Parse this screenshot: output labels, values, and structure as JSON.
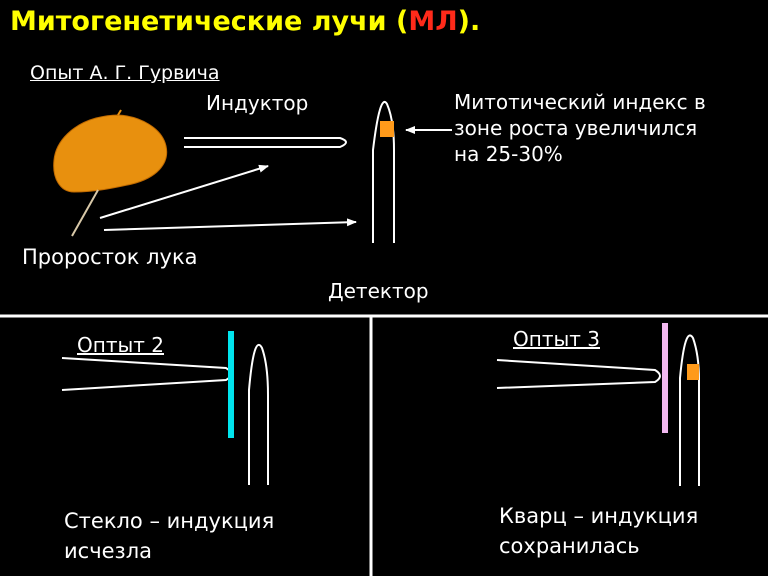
{
  "title": {
    "prefix": "Митогенетические лучи (",
    "highlight": "МЛ",
    "suffix": ")."
  },
  "experiment1": {
    "heading": "Опыт А. Г. Гурвича",
    "inductor": "Индуктор",
    "result_line1": "Митотический индекс в",
    "result_line2": "зоне роста увеличился",
    "result_line3": "на 25-30%",
    "onion": "Проросток лука",
    "detector": "Детектор"
  },
  "experiment2": {
    "heading": "Оптыт 2",
    "caption_line1": "Стекло – индукция",
    "caption_line2": "исчезла"
  },
  "experiment3": {
    "heading": "Оптыт 3",
    "caption_line1": "Кварц – индукция",
    "caption_line2": "сохранилась"
  },
  "colors": {
    "title": "#ffff00",
    "title_highlight": "#ff2a1a",
    "onion": "#e8900e",
    "growth_zone": "#ff9a1a",
    "glass": "#00e5ee",
    "quartz": "#f2b8f0"
  }
}
